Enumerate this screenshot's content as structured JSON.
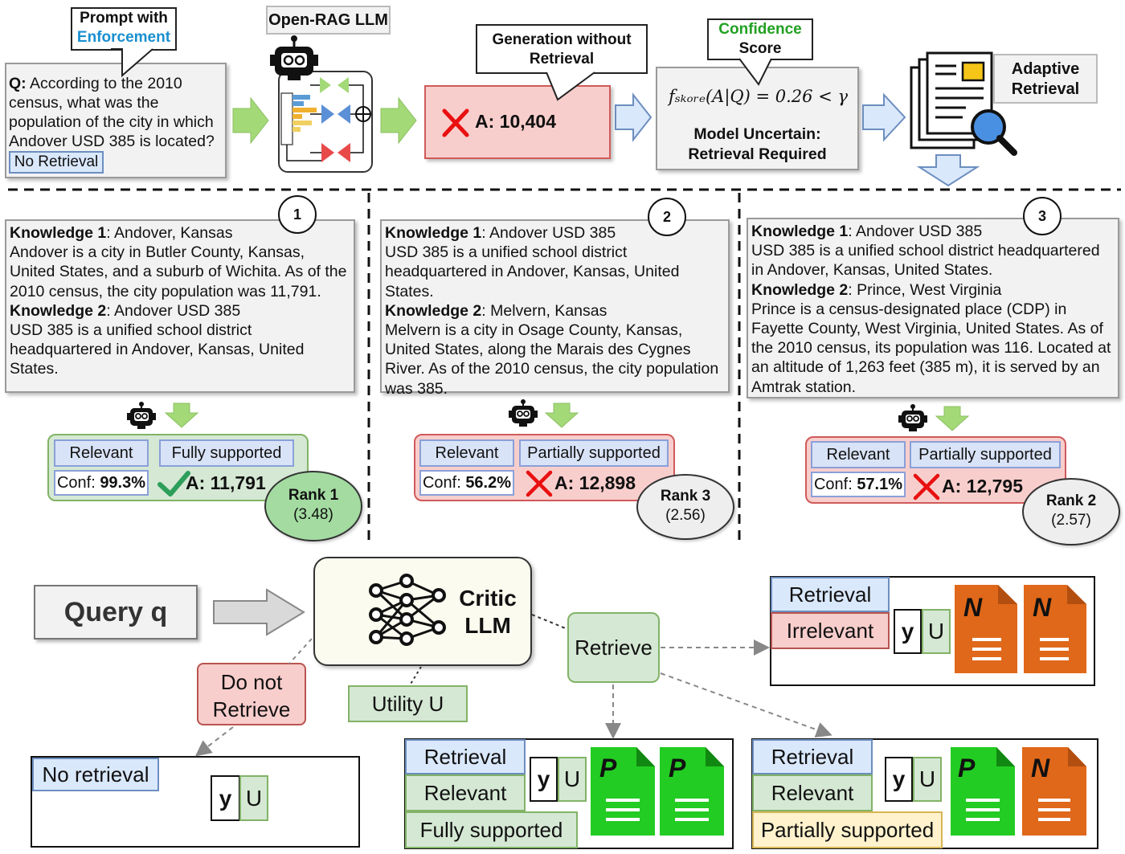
{
  "top": {
    "prompt_callout": {
      "line1": "Prompt with",
      "line2": "Enforcement"
    },
    "question_label": "Q:",
    "question_text": " According to the 2010 census, what was the population of the city in which Andover USD 385 is located?",
    "no_retrieval_tag": "No Retrieval",
    "model_label": "Open-RAG LLM",
    "generation_callout": "Generation without Retrieval",
    "answer": "A: 10,404",
    "confidence_callout": {
      "line1": "Confidence",
      "line2": "Score"
    },
    "formula": "fₛₖₒᵣₑ(A|Q) = 0.26 < γ",
    "uncertain": {
      "line1": "Model Uncertain:",
      "line2": "Retrieval Required"
    },
    "adaptive": "Adaptive Retrieval"
  },
  "candidates": [
    {
      "number": "1",
      "k1_label": "Knowledge 1",
      "k1_title": ": Andover, Kansas",
      "k1_text": "Andover is a city in Butler County, Kansas, United States, and a suburb of Wichita. As of the 2010 census, the city population was 11,791.",
      "k2_label": "Knowledge 2",
      "k2_title": ": Andover USD 385",
      "k2_text": "USD 385 is a unified school district headquartered in Andover, Kansas, United States.",
      "relevance": "Relevant",
      "support": "Fully supported",
      "conf_label": "Conf: ",
      "conf_value": "99.3%",
      "answer": "A: 11,791",
      "correct": true,
      "rank": "Rank 1",
      "score": "(3.48)"
    },
    {
      "number": "2",
      "k1_label": "Knowledge 1",
      "k1_title": ": Andover USD 385",
      "k1_text": "USD 385 is a unified school district headquartered in Andover, Kansas, United States.",
      "k2_label": "Knowledge 2",
      "k2_title": ": Melvern, Kansas",
      "k2_text": "Melvern is a city in Osage County, Kansas, United States, along the Marais des Cygnes River. As of the 2010 census, the city population was 385.",
      "relevance": "Relevant",
      "support": "Partially supported",
      "conf_label": "Conf: ",
      "conf_value": "56.2%",
      "answer": "A: 12,898",
      "correct": false,
      "rank": "Rank 3",
      "score": "(2.56)"
    },
    {
      "number": "3",
      "k1_label": "Knowledge 1",
      "k1_title": ": Andover USD 385",
      "k1_text": "USD 385 is a unified school district headquartered in Andover, Kansas, United States.",
      "k2_label": "Knowledge 2",
      "k2_title": ": Prince, West Virginia",
      "k2_text": "Prince is a census-designated place (CDP) in Fayette County, West Virginia, United States. As of the 2010 census, its population was 116. Located at an altitude of 1,263 feet (385 m), it is served by an Amtrak station.",
      "relevance": "Relevant",
      "support": "Partially supported",
      "conf_label": "Conf: ",
      "conf_value": "57.1%",
      "answer": "A: 12,795",
      "correct": false,
      "rank": "Rank 2",
      "score": "(2.57)"
    }
  ],
  "bottom": {
    "query": "Query q",
    "critic": {
      "line1": "Critic",
      "line2": "LLM"
    },
    "do_not_retrieve": {
      "line1": "Do not",
      "line2": "Retrieve"
    },
    "utility": "Utility U",
    "retrieve": "Retrieve",
    "no_retrieval": "No retrieval",
    "y": "y",
    "u": "U",
    "retrieval": "Retrieval",
    "irrelevant": "Irrelevant",
    "relevant": "Relevant",
    "fully_supported": "Fully supported",
    "partially_supported": "Partially supported",
    "p": "P",
    "n": "N"
  },
  "colors": {
    "green_arrow": "#a3d977",
    "blue_arrow": "#dae8fc",
    "red_x": "#e81010",
    "check": "#2e9e5b",
    "doc_green": "#22cc22",
    "doc_orange": "#e0681a"
  }
}
